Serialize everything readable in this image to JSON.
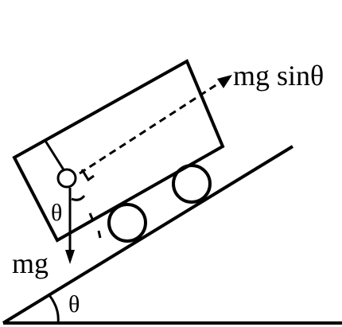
{
  "labels": {
    "force_component": "mg sinθ",
    "weight": "mg",
    "angle_pendulum": "θ",
    "angle_incline": "θ"
  },
  "colors": {
    "stroke": "#000000",
    "background": "#ffffff"
  }
}
